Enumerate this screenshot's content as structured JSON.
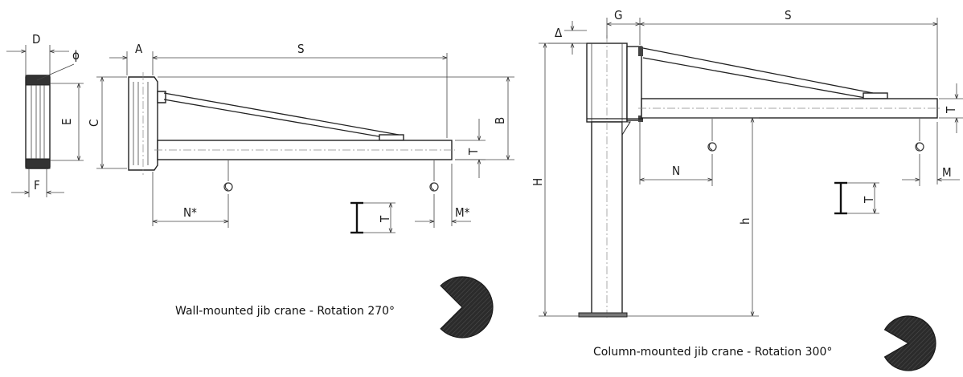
{
  "wall_crane": {
    "caption": "Wall-mounted jib crane - Rotation 270°",
    "labels": {
      "D": "D",
      "phi": "ϕ",
      "E": "E",
      "F": "F",
      "C": "C",
      "A": "A",
      "S": "S",
      "B": "B",
      "T": "T",
      "N": "N*",
      "M": "M*",
      "T2": "T"
    },
    "rotation_degrees": 270
  },
  "column_crane": {
    "caption": "Column-mounted jib crane - Rotation 300°",
    "labels": {
      "delta": "Δ",
      "G": "G",
      "S": "S",
      "T": "T",
      "H": "H",
      "N": "N",
      "M": "M",
      "T2": "T",
      "h": "h"
    },
    "rotation_degrees": 300
  },
  "colors": {
    "line": "#222222",
    "pie": "#2b2b2b"
  }
}
